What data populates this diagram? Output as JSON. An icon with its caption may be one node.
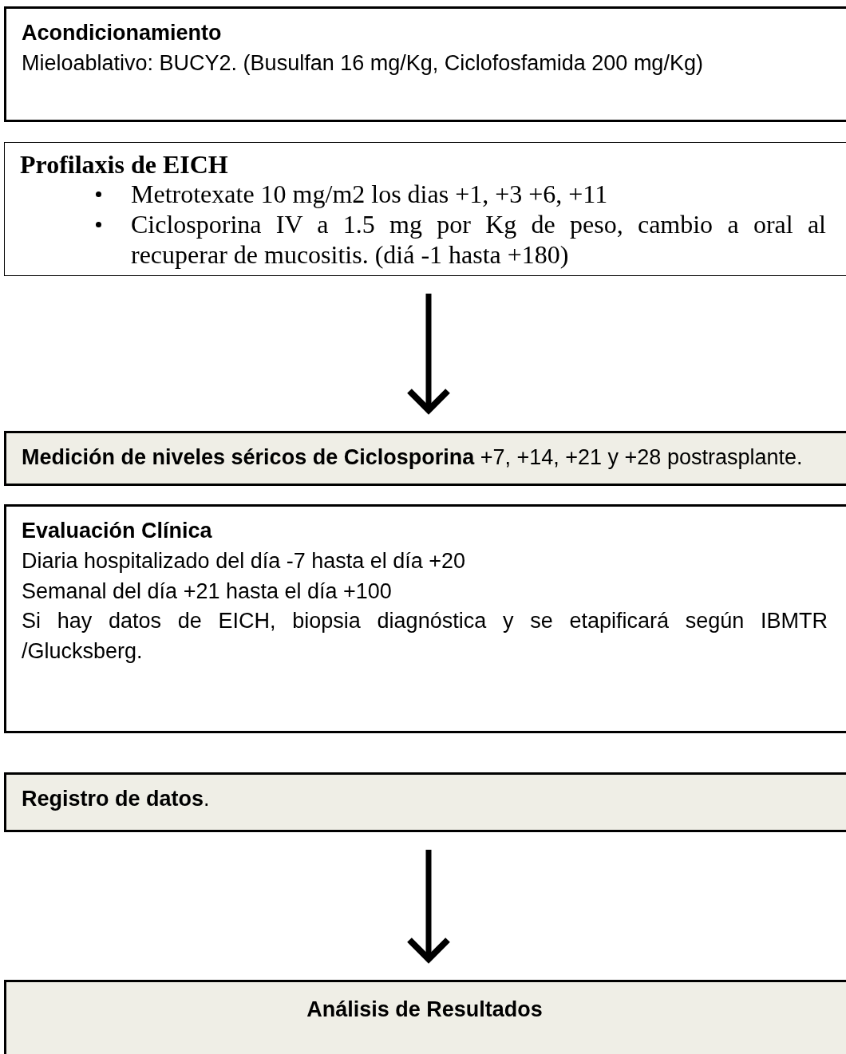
{
  "diagram": {
    "nodes": [
      {
        "text": [
          "Acondicionamiento",
          "Mieloablativo: BUCY2. (Busulfan 16 mg/Kg, Ciclofosfamida 200 mg/Kg)"
        ]
      },
      {
        "text": [
          "Profilaxis de EICH",
          "Metrotexate 10 mg/m2 los dias +1, +3 +6, +11",
          "Ciclosporina IV a 1.5 mg por Kg de peso, cambio a oral al recuperar de mucositis. (diá -1 hasta +180)"
        ]
      },
      {
        "text": [
          "**Medición de niveles séricos de Ciclosporina** +7, +14, +21 y +28 postrasplante."
        ]
      },
      {
        "text": [
          "Evaluación Clínica",
          "Diaria hospitalizado del día -7 hasta el día +20",
          "Semanal del día +21 hasta el día +100",
          "Si hay datos de EICH, biopsia diagnóstica y se etapificará según IBMTR /Glucksberg."
        ]
      },
      {
        "text": [
          "**Registro de datos**."
        ]
      },
      {
        "text": [
          "Análisis de Resultados"
        ]
      }
    ],
    "edges": [
      {
        "from": 1,
        "to": 2,
        "arrow": "to"
      },
      {
        "from": 4,
        "to": 5,
        "arrow": "to"
      }
    ]
  }
}
